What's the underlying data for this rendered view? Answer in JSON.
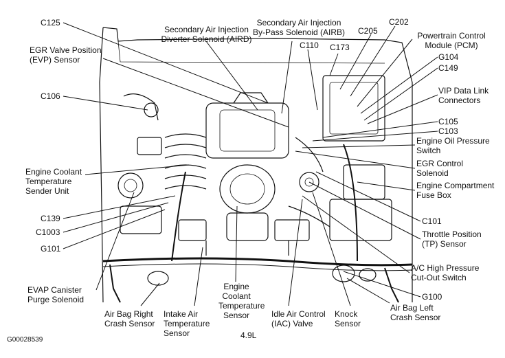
{
  "labels": {
    "c125": "C125",
    "egr_valve_position": [
      "EGR Valve Position",
      "(EVP) Sensor"
    ],
    "c106": "C106",
    "engine_coolant_sender": [
      "Engine Coolant",
      "Temperature",
      "Sender Unit"
    ],
    "c139": "C139",
    "c1003": "C1003",
    "g101": "G101",
    "evap_canister": [
      "EVAP Canister",
      "Purge Solenoid"
    ],
    "air_bag_right": [
      "Air Bag Right",
      "Crash Sensor"
    ],
    "intake_air_temp": [
      "Intake Air",
      "Temperature",
      "Sensor"
    ],
    "engine_coolant_temp": [
      "Engine",
      "Coolant",
      "Temperature",
      "Sensor"
    ],
    "idle_air_control": [
      "Idle Air Control",
      "(IAC) Valve"
    ],
    "knock_sensor": [
      "Knock",
      "Sensor"
    ],
    "air_bag_left": [
      "Air Bag Left",
      "Crash Sensor"
    ],
    "secondary_air_aird": [
      "Secondary Air Injection",
      "Diverter Solenoid (AIRD)"
    ],
    "secondary_air_airb": [
      "Secondary Air Injection",
      "By-Pass Solenoid (AIRB)"
    ],
    "c110": "C110",
    "c173": "C173",
    "c205": "C205",
    "c202": "C202",
    "pcm": [
      "Powertrain Control",
      "Module (PCM)"
    ],
    "g104": "G104",
    "c149": "C149",
    "vip_data_link": [
      "VIP Data Link",
      "Connectors"
    ],
    "c105": "C105",
    "c103": "C103",
    "engine_oil_pressure": [
      "Engine Oil Pressure",
      "Switch"
    ],
    "egr_control": [
      "EGR Control",
      "Solenoid"
    ],
    "engine_compartment_fuse": [
      "Engine Compartment",
      "Fuse Box"
    ],
    "c101": "C101",
    "throttle_position": [
      "Throttle Position",
      "(TP) Sensor"
    ],
    "ac_high_pressure": [
      "A/C High Pressure",
      "Cut-Out Switch"
    ],
    "g100": "G100"
  },
  "engine_label": "4.9L",
  "figure_id": "G00028539"
}
